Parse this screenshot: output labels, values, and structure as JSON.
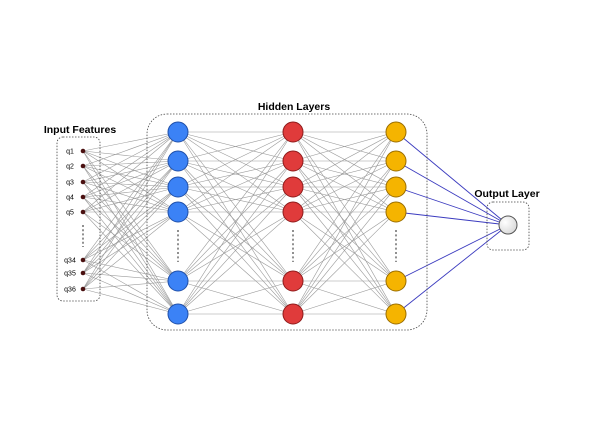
{
  "titles": {
    "input": "Input Features",
    "hidden": "Hidden Layers",
    "output": "Output Layer"
  },
  "inputs": {
    "top": [
      "q1",
      "q2",
      "q3",
      "q4",
      "q5"
    ],
    "bottom": [
      "q34",
      "q35",
      "q36"
    ]
  },
  "layers": [
    {
      "color": "#3b82f6",
      "stroke": "#1f4fa8"
    },
    {
      "color": "#e03b3b",
      "stroke": "#8e1b1b"
    },
    {
      "color": "#f5b400",
      "stroke": "#9a6d00"
    }
  ],
  "output_node": {
    "color": "#d9d9d9",
    "stroke": "#555555"
  },
  "colors": {
    "connection": "#9a9a9a",
    "output_connection": "#3b3bbf",
    "input_dot": "#4a1010",
    "box_border": "#444444"
  }
}
